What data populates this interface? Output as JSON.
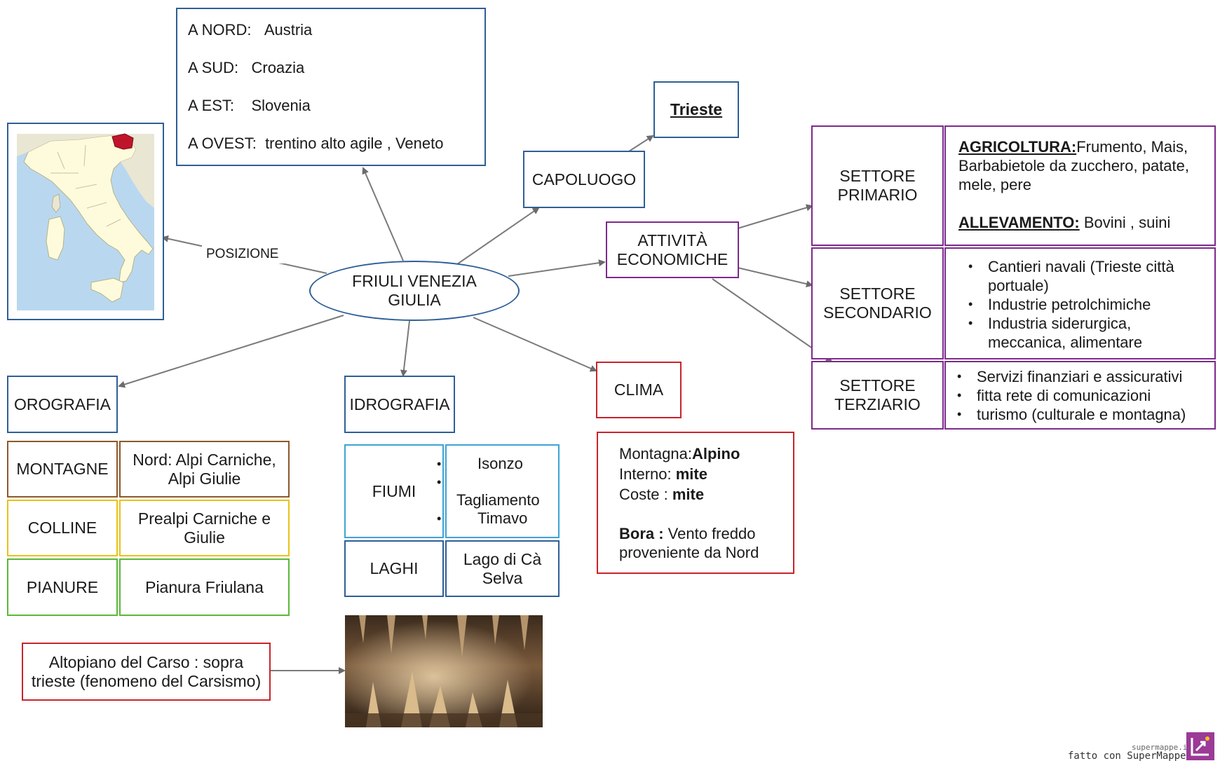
{
  "center": {
    "line1": "FRIULI VENEZIA",
    "line2": "GIULIA"
  },
  "posizione": {
    "label": "POSIZIONE",
    "confini": [
      {
        "dir": "A NORD:",
        "val": "Austria"
      },
      {
        "dir": "A SUD:",
        "val": "Croazia"
      },
      {
        "dir": "A EST:",
        "val": "Slovenia"
      },
      {
        "dir": "A OVEST:",
        "val": "trentino alto  agile , Veneto"
      }
    ]
  },
  "capoluogo": {
    "label": "CAPOLUOGO",
    "value": "Trieste"
  },
  "attivita": {
    "label_line1": "ATTIVITÀ",
    "label_line2": "ECONOMICHE",
    "primario": {
      "label_line1": "SETTORE",
      "label_line2": "PRIMARIO",
      "agri_title": "AGRICOLTURA:",
      "agri_text": "Frumento, Mais, Barbabietole da zucchero, patate, mele, pere",
      "alle_title": "ALLEVAMENTO:",
      "alle_text": " Bovini , suini"
    },
    "secondario": {
      "label_line1": "SETTORE",
      "label_line2": "SECONDARIO",
      "items": [
        "Cantieri navali (Trieste città portuale)",
        "Industrie petrolchimiche",
        "Industria siderurgica, meccanica, alimentare"
      ]
    },
    "terziario": {
      "label_line1": "SETTORE",
      "label_line2": "TERZIARIO",
      "items": [
        "Servizi finanziari e assicurativi",
        "fitta rete di comunicazioni",
        "turismo (culturale e montagna)"
      ]
    }
  },
  "orografia": {
    "label": "OROGRAFIA",
    "rows": [
      {
        "k": "MONTAGNE",
        "v": "Nord: Alpi Carniche, Alpi Giulie"
      },
      {
        "k": "COLLINE",
        "v": "Prealpi Carniche  e Giulie"
      },
      {
        "k": "PIANURE",
        "v": "Pianura Friulana"
      }
    ],
    "carso": "Altopiano del Carso : sopra trieste (fenomeno del Carsismo)"
  },
  "idrografia": {
    "label": "IDROGRAFIA",
    "fiumi_label": "FIUMI",
    "fiumi": [
      "Isonzo",
      "Tagliamento",
      "Timavo"
    ],
    "laghi_label": "LAGHI",
    "laghi": "Lago di Cà Selva"
  },
  "clima": {
    "label": "CLIMA",
    "montagna_k": "Montagna:",
    "montagna_v": "Alpino",
    "interno_k": "Interno: ",
    "interno_v": "mite",
    "coste_k": "Coste : ",
    "coste_v": "mite",
    "bora_k": "Bora :",
    "bora_v": " Vento freddo proveniente da Nord"
  },
  "footer": {
    "brand_small": "supermappe.it",
    "brand": "fatto con SuperMappe"
  },
  "colors": {
    "blue": "#2e5f97",
    "purple": "#7d2a8c",
    "red": "#c9242b",
    "highlight": "#c0142b"
  }
}
